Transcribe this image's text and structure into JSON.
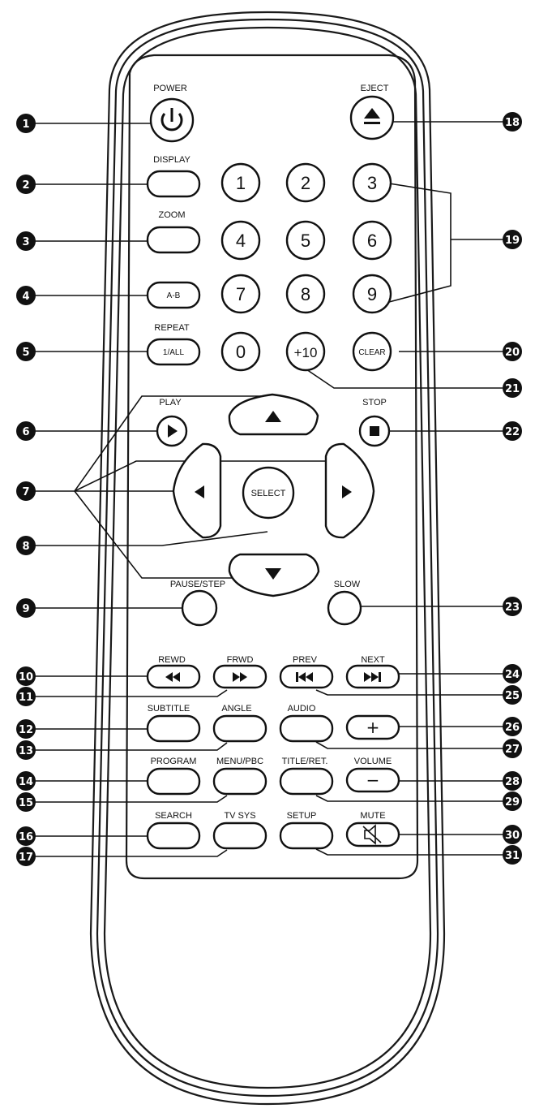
{
  "labels": {
    "power": "POWER",
    "eject": "EJECT",
    "display": "DISPLAY",
    "zoom": "ZOOM",
    "ab": "A-B",
    "repeat": "REPEAT",
    "repeat_btn": "1/ALL",
    "clear": "CLEAR",
    "plus10": "+10",
    "play": "PLAY",
    "stop": "STOP",
    "select": "SELECT",
    "pause_step": "PAUSE/STEP",
    "slow": "SLOW",
    "rewd": "REWD",
    "frwd": "FRWD",
    "prev": "PREV",
    "next": "NEXT",
    "subtitle": "SUBTITLE",
    "angle": "ANGLE",
    "audio": "AUDIO",
    "program": "PROGRAM",
    "menu_pbc": "MENU/PBC",
    "title_ret": "TITLE/RET.",
    "volume": "VOLUME",
    "search": "SEARCH",
    "tv_sys": "TV SYS",
    "setup": "SETUP",
    "mute": "MUTE",
    "vol_plus": "+",
    "vol_minus": "−"
  },
  "digits": [
    "1",
    "2",
    "3",
    "4",
    "5",
    "6",
    "7",
    "8",
    "9",
    "0"
  ],
  "icons": {
    "power": "power-icon",
    "eject": "eject-icon",
    "play": "play-icon",
    "stop": "stop-icon",
    "rewind": "rewind-icon",
    "fast_forward": "fast-forward-icon",
    "previous": "previous-icon",
    "next": "next-icon",
    "mute": "speaker-mute-icon"
  },
  "callouts": [
    "1",
    "2",
    "3",
    "4",
    "5",
    "6",
    "7",
    "8",
    "9",
    "10",
    "11",
    "12",
    "13",
    "14",
    "15",
    "16",
    "17",
    "18",
    "19",
    "20",
    "21",
    "22",
    "23",
    "24",
    "25",
    "26",
    "27",
    "28",
    "29",
    "30",
    "31"
  ],
  "colors": {
    "ink": "#111111",
    "background": "#ffffff"
  }
}
